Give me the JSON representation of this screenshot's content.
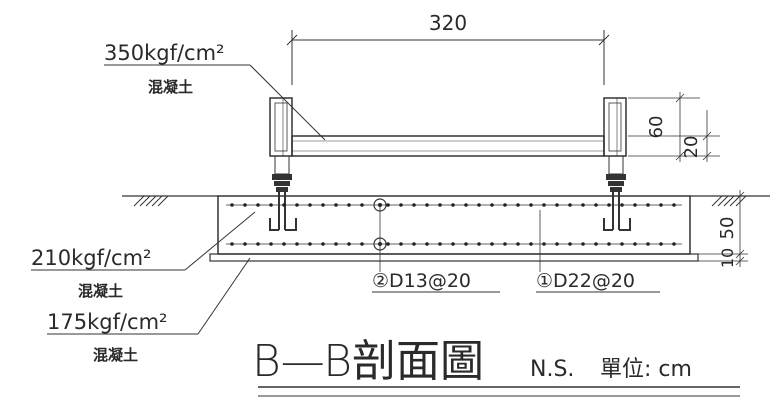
{
  "title": {
    "main": "B—B剖面圖",
    "scale": "N.S.",
    "unit": "單位: cm"
  },
  "dimensions": {
    "top_width": "320",
    "beam_height": "60",
    "beam_lower": "20",
    "slab_thickness": "50",
    "lean_thickness": "10"
  },
  "materials": {
    "beam_strength": "350kgf/cm²",
    "beam_material": "混凝土",
    "slab_strength": "210kgf/cm²",
    "slab_material": "混凝土",
    "lean_strength": "175kgf/cm²",
    "lean_material": "混凝土"
  },
  "rebars": {
    "rebar_2": "②D13@20",
    "rebar_1": "①D22@20"
  }
}
